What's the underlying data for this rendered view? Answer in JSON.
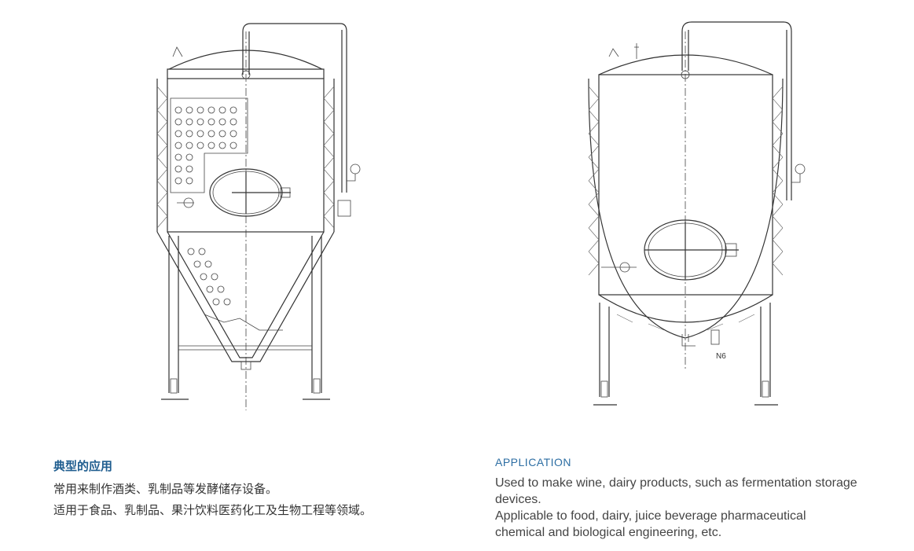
{
  "diagram": {
    "right_tank_nozzle_label": "N6"
  },
  "application_cn": {
    "title": "典型的应用",
    "line1": "常用来制作酒类、乳制品等发酵储存设备。",
    "line2": "适用于食品、乳制品、果汁饮料医药化工及生物工程等领域。"
  },
  "application_en": {
    "title": "APPLICATION",
    "line1": "Used to make wine, dairy products, such as fermentation storage",
    "line2": "devices.",
    "line3": "Applicable to food, dairy, juice beverage pharmaceutical",
    "line4": "chemical and biological engineering, etc."
  },
  "colors": {
    "cn_title": "#1f5d8f",
    "en_title": "#2d6ea3",
    "body_text": "#333333",
    "line_art": "#333333"
  }
}
